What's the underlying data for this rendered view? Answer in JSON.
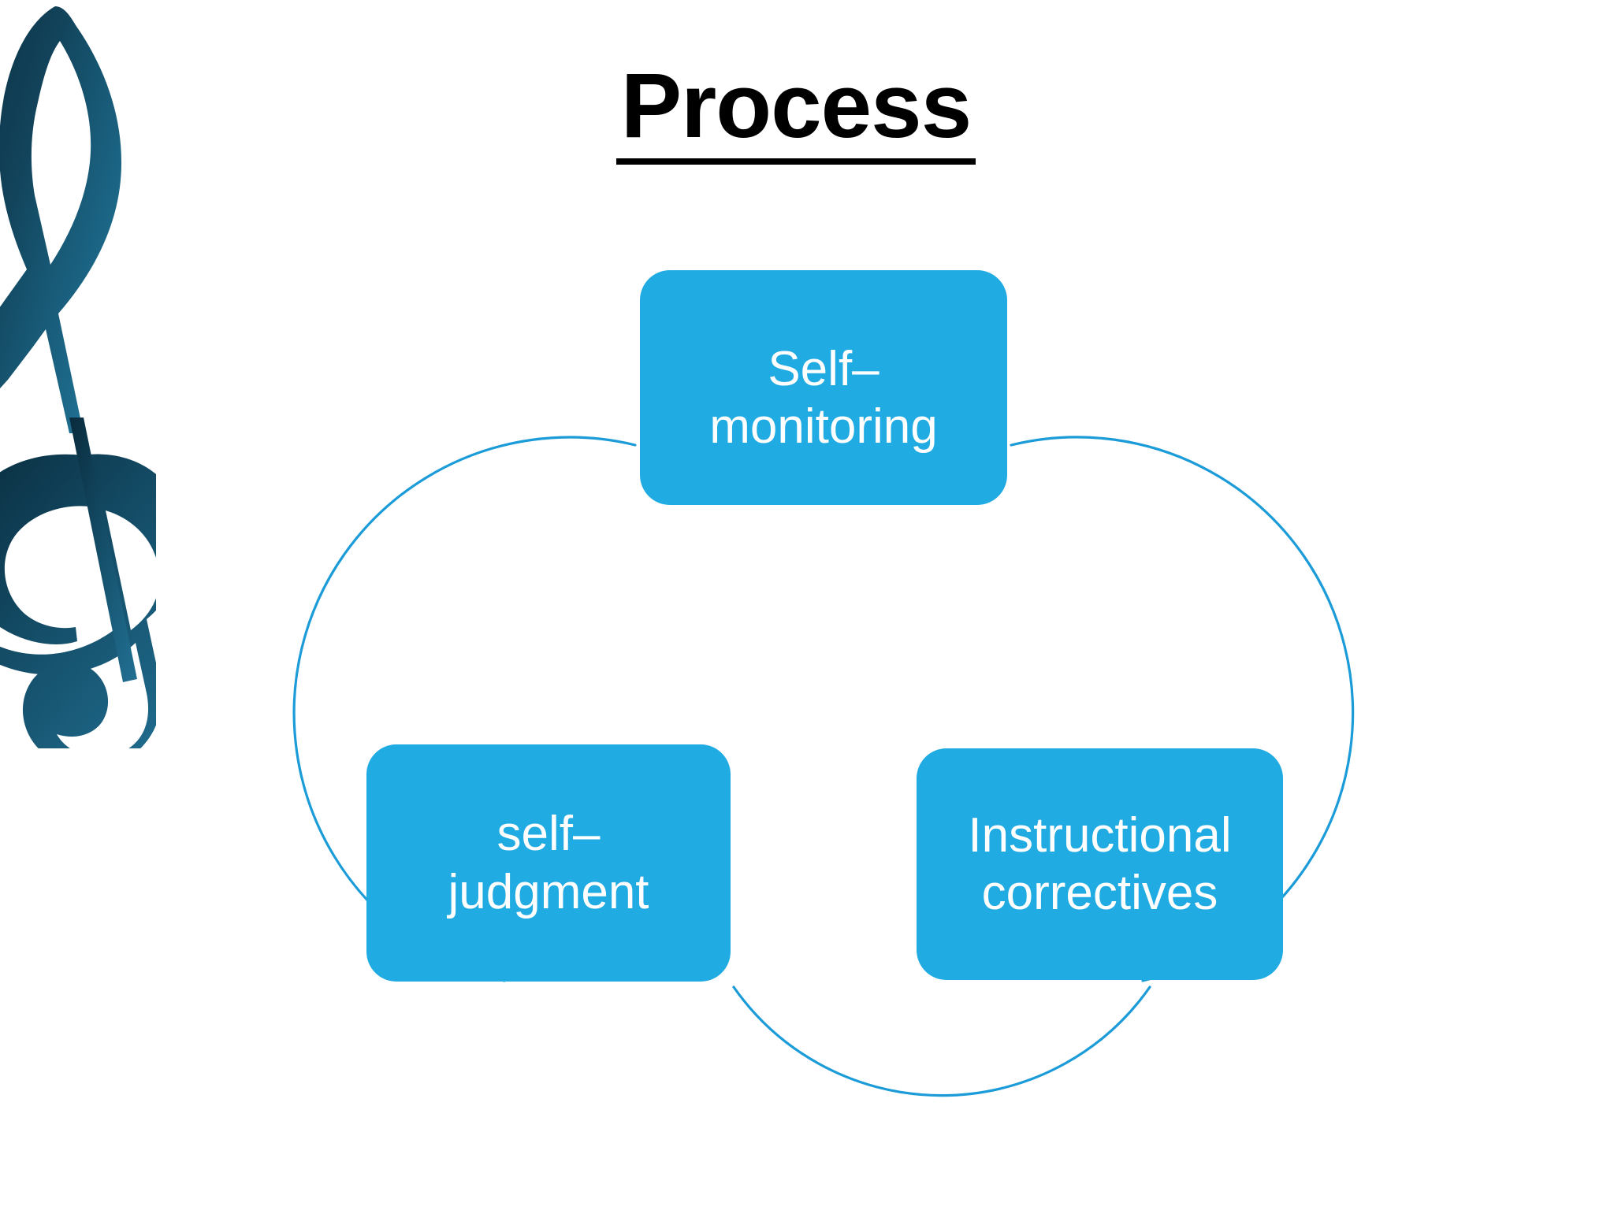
{
  "slide": {
    "background_color": "#ffffff",
    "title": "Process",
    "title_color": "#000000"
  },
  "decoration": {
    "clef_icon_name": "treble-clef-icon",
    "clef_gradient_start": "#0C3346",
    "clef_gradient_end": "#1F7498"
  },
  "diagram": {
    "type": "cycle",
    "accent_color": "#21ABE3",
    "arc_color": "#1B9CD8",
    "label_color": "#ffffff",
    "nodes": [
      {
        "id": "self-monitoring",
        "label": "Self–\nmonitoring",
        "position": "top"
      },
      {
        "id": "instructional-correctives",
        "label": "Instructional\ncorrectives",
        "position": "bottom-right"
      },
      {
        "id": "self-judgment",
        "label": "self–\njudgment",
        "position": "bottom-left"
      }
    ]
  }
}
